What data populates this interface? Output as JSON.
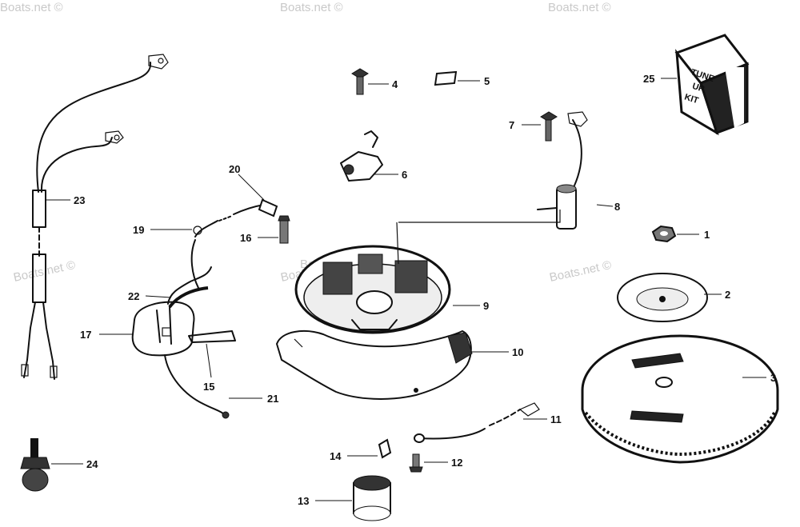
{
  "watermarks": [
    "Boats.net ©",
    "Boats.net ©",
    "Boats.net ©",
    "Boats.net ©",
    "Boats.net ©",
    "Boats.net ©",
    "Boats.net ©"
  ],
  "kit_label": {
    "line1": "TUNE",
    "line2": "UP",
    "line3": "KIT"
  },
  "callouts": {
    "c1": "1",
    "c2": "2",
    "c3": "3",
    "c4": "4",
    "c5": "5",
    "c6": "6",
    "c7": "7",
    "c8": "8",
    "c9": "9",
    "c10": "10",
    "c11": "11",
    "c12": "12",
    "c13": "13",
    "c14": "14",
    "c15": "15",
    "c16": "16",
    "c17": "17",
    "c19": "19",
    "c20": "20",
    "c21": "21",
    "c22": "22",
    "c23": "23",
    "c24": "24",
    "c25": "25"
  },
  "colors": {
    "ink": "#111111",
    "watermark": "#c9c9c9",
    "background": "#ffffff"
  }
}
